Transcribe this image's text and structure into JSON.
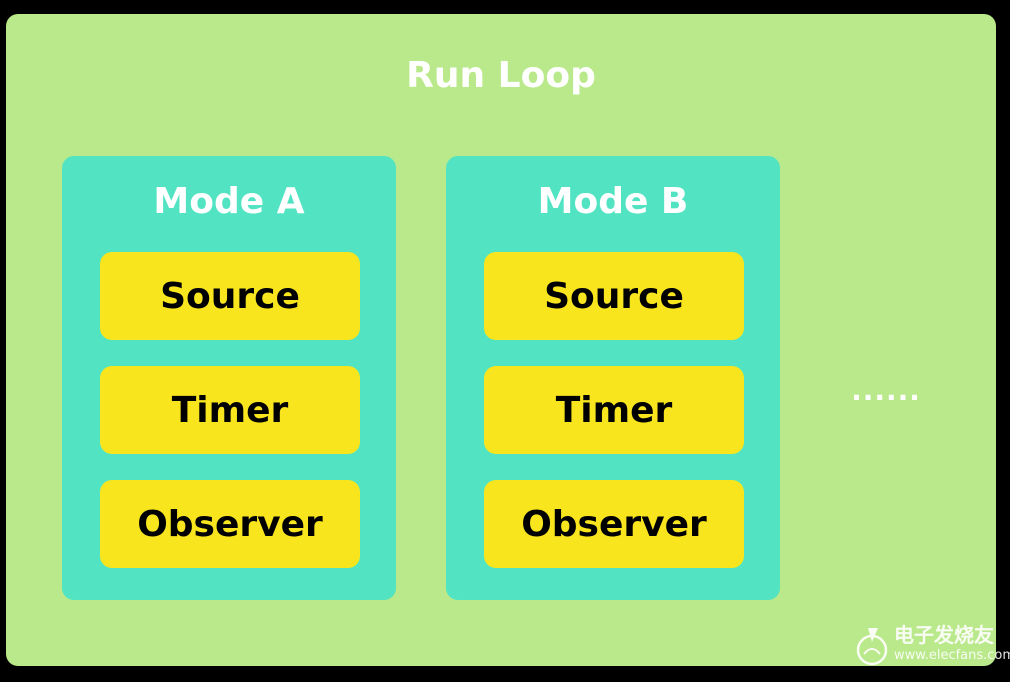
{
  "run_loop": {
    "title": "Run Loop"
  },
  "modes": [
    {
      "title": "Mode A",
      "items": [
        "Source",
        "Timer",
        "Observer"
      ]
    },
    {
      "title": "Mode B",
      "items": [
        "Source",
        "Timer",
        "Observer"
      ]
    }
  ],
  "ellipsis": "......",
  "watermark": {
    "brand": "电子发烧友",
    "site": "www.elecfans.com",
    "icon": "elecfans-logo-icon"
  },
  "colors": {
    "background": "#000000",
    "run_loop_fill": "#b9e98a",
    "mode_fill": "#52e4c2",
    "item_fill": "#f8e51e",
    "title_text": "#ffffff",
    "item_text": "#000000"
  }
}
